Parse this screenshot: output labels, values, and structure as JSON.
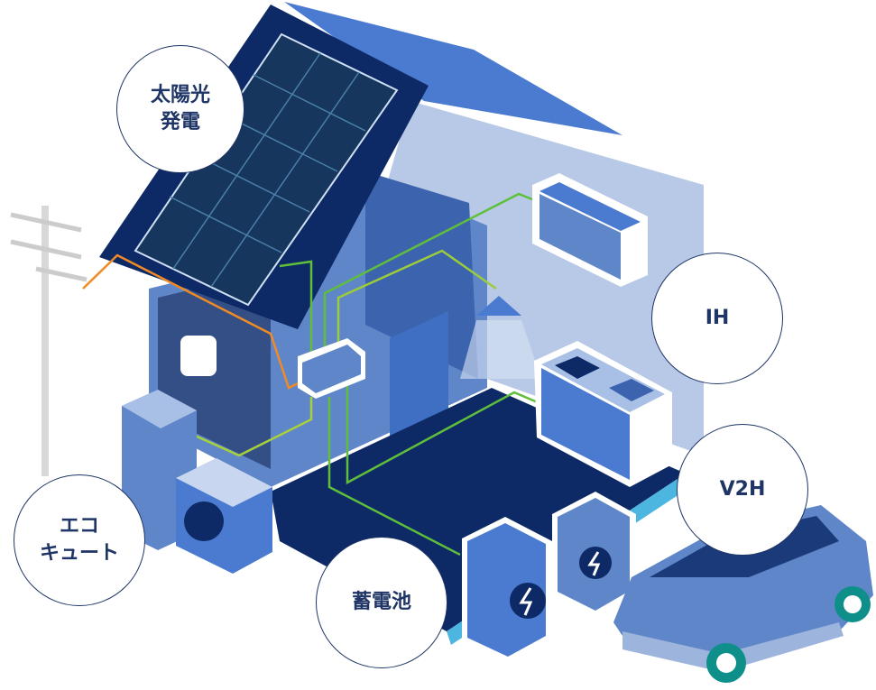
{
  "labels": {
    "solar": "太陽光\n発電",
    "ih": "IH",
    "v2h": "V2H",
    "ecocute": "エコ\nキュート",
    "battery": "蓄電池"
  },
  "colors": {
    "navy": "#0d2a66",
    "roof": "#4a7bd0",
    "wall_light": "#b7c9e6",
    "wall_mid": "#5f86c9",
    "line_green": "#5fbf3a",
    "line_orange": "#f08a24",
    "text": "#1f3566"
  }
}
